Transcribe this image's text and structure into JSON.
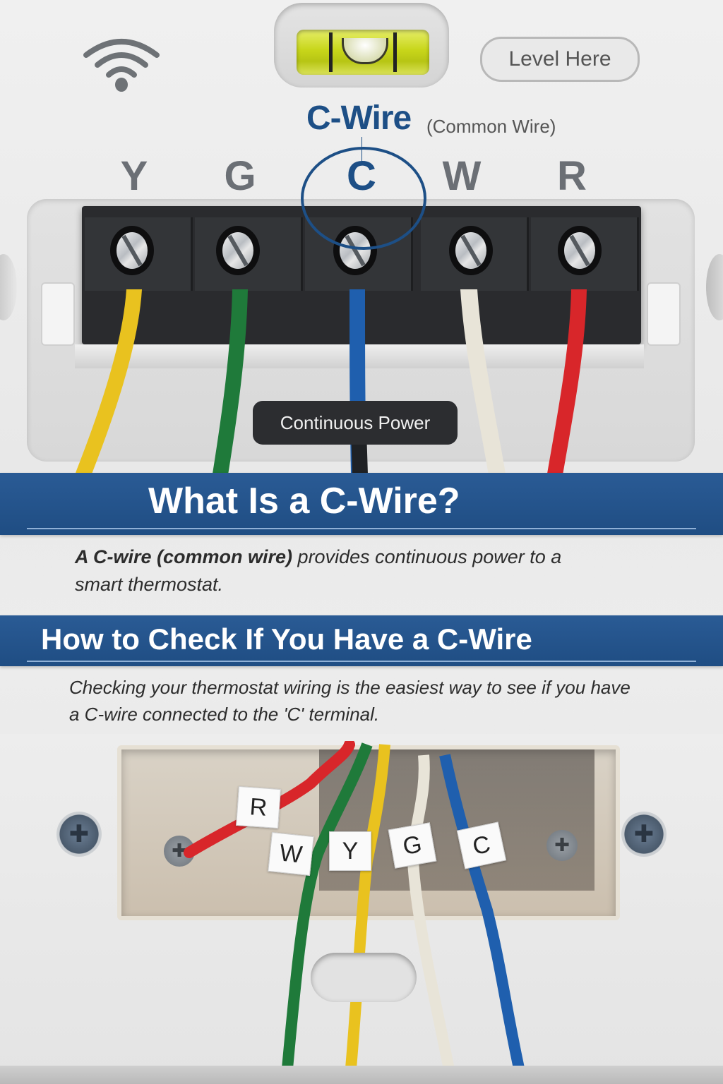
{
  "header": {
    "wifi_icon": "wifi-icon",
    "level_label": "Level Here",
    "cwire_title": "C-Wire",
    "cwire_subtitle": "(Common Wire)"
  },
  "terminals": [
    {
      "letter": "Y",
      "wire_color": "#e9c21f"
    },
    {
      "letter": "G",
      "wire_color": "#1f7a3a"
    },
    {
      "letter": "C",
      "wire_color": "#1f5fae",
      "highlighted": true
    },
    {
      "letter": "W",
      "wire_color": "#e8e4d8"
    },
    {
      "letter": "R",
      "wire_color": "#d8262a"
    }
  ],
  "callout": {
    "label": "Continuous Power"
  },
  "section1": {
    "title": "What Is a C-Wire?",
    "body_bold": "A C-wire (common wire)",
    "body_rest": " provides continuous power to a smart thermostat."
  },
  "section2": {
    "title": "How to Check If You Have a C-Wire",
    "body": "Checking your thermostat wiring is the easiest way to see if you have a C-wire connected to the 'C' terminal."
  },
  "wall_tags": [
    {
      "letter": "R"
    },
    {
      "letter": "W"
    },
    {
      "letter": "Y"
    },
    {
      "letter": "G"
    },
    {
      "letter": "C"
    }
  ],
  "colors": {
    "banner_blue": "#2a5b95",
    "accent_blue": "#1d4f86",
    "block_dark": "#2a2b2e"
  }
}
